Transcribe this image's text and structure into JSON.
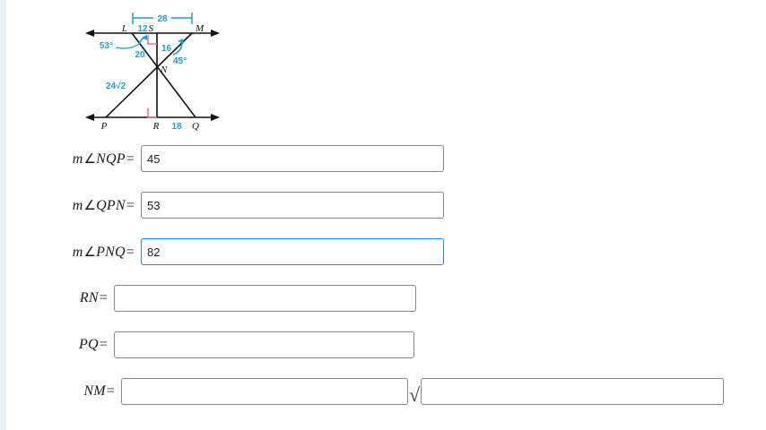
{
  "figure": {
    "name": "two-triangles-vertical-transversal-diagram",
    "colors": {
      "line": "#111111",
      "measure": "#1f9ed4",
      "right_angle": "#e8738f"
    },
    "vertex_labels": {
      "L": "L",
      "S": "S",
      "M": "M",
      "N": "N",
      "P": "P",
      "R": "R",
      "Q": "Q"
    },
    "measures": {
      "top_span": "28",
      "LS": "12",
      "SN": "16",
      "LN": "20",
      "angle_L": "53°",
      "angle_M": "45°",
      "PN": "24√2",
      "RQ": "18"
    }
  },
  "answers": {
    "rows": [
      {
        "id": "nqp",
        "label_prefix": "m",
        "label_angle": "∠",
        "label_points": "NQP",
        "label_equals": "=",
        "value": "45",
        "placeholder": "",
        "focused": false,
        "has_radical": false
      },
      {
        "id": "qpn",
        "label_prefix": "m",
        "label_angle": "∠",
        "label_points": "QPN",
        "label_equals": "=",
        "value": "53",
        "placeholder": "",
        "focused": false,
        "has_radical": false
      },
      {
        "id": "pnq",
        "label_prefix": "m",
        "label_angle": "∠",
        "label_points": "PNQ",
        "label_equals": "=",
        "value": "82",
        "placeholder": "",
        "focused": true,
        "has_radical": false
      },
      {
        "id": "rn",
        "label_prefix": "",
        "label_angle": "",
        "label_points": "RN",
        "label_equals": "=",
        "value": "",
        "placeholder": "",
        "focused": false,
        "has_radical": false
      },
      {
        "id": "pq",
        "label_prefix": "",
        "label_angle": "",
        "label_points": "PQ",
        "label_equals": "=",
        "value": "",
        "placeholder": "",
        "focused": false,
        "has_radical": false
      },
      {
        "id": "nm",
        "label_prefix": "",
        "label_angle": "",
        "label_points": "NM",
        "label_equals": "=",
        "value": "",
        "value_radicand": "",
        "placeholder": "",
        "focused": false,
        "has_radical": true,
        "radical_symbol": "√"
      }
    ]
  },
  "theme": {
    "focus_border": "#2a87d0",
    "input_border": "#888888",
    "rail": "#eef2f4",
    "page_bg": "#ffffff"
  }
}
